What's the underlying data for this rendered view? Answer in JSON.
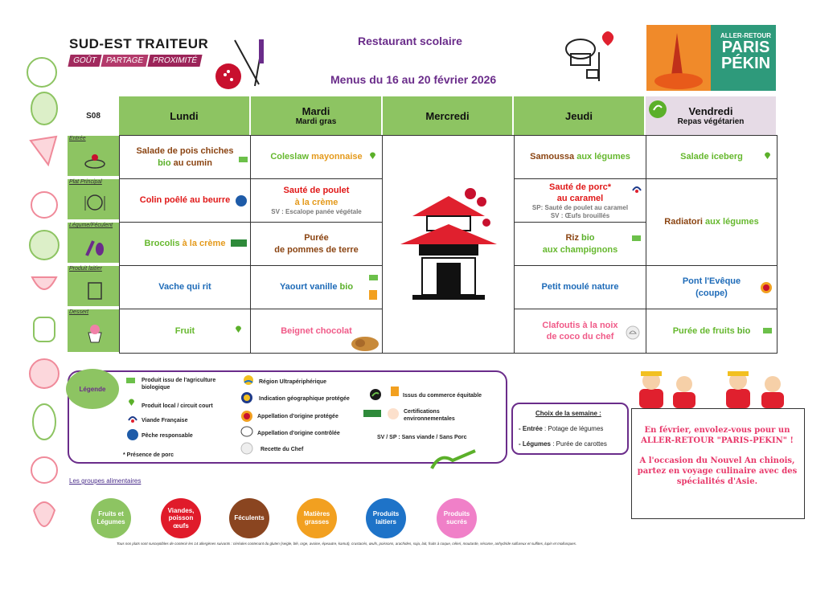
{
  "brand": {
    "name": "SUD-EST TRAITEUR",
    "tags": [
      "GOÛT",
      "PARTAGE",
      "PROXIMITÉ"
    ]
  },
  "header": {
    "restaurant": "Restaurant scolaire",
    "menu_title": "Menus du 16 au 20 février 2026"
  },
  "banner": {
    "small": "ALLER-RETOUR",
    "big1": "PARIS",
    "big2": "PÉKIN"
  },
  "week": "S08",
  "days": [
    {
      "name": "Lundi",
      "sub": ""
    },
    {
      "name": "Mardi",
      "sub": "Mardi gras"
    },
    {
      "name": "Mercredi",
      "sub": ""
    },
    {
      "name": "Jeudi",
      "sub": ""
    },
    {
      "name": "Vendredi",
      "sub": "Repas végétarien"
    }
  ],
  "rows": [
    "Entrée",
    "Plat Principal",
    "Légume/Féculent",
    "Produit laitier",
    "Dessert"
  ],
  "menu": {
    "mon": {
      "entree": {
        "a": "Salade de pois chiches",
        "b": "bio",
        "c": "au cumin"
      },
      "plat": "Colin poêlé au beurre",
      "legume": {
        "a": "Brocolis",
        "b": "à la crème"
      },
      "laitier": "Vache qui rit",
      "dessert": "Fruit"
    },
    "tue": {
      "entree": {
        "a": "Coleslaw",
        "b": "mayonnaise"
      },
      "plat": {
        "a": "Sauté de poulet",
        "b": "à la crème",
        "sv": "SV : Escalope panée végétale"
      },
      "legume": {
        "a": "Purée",
        "b": "de pommes de terre"
      },
      "laitier": {
        "a": "Yaourt vanille",
        "b": "bio"
      },
      "dessert": "Beignet chocolat"
    },
    "thu": {
      "entree": {
        "a": "Samoussa",
        "b": "aux légumes"
      },
      "plat": {
        "a": "Sauté de porc*",
        "b": "au caramel",
        "sv1": "SP: Sauté de poulet au caramel",
        "sv2": "SV : Œufs brouillés"
      },
      "legume": {
        "a": "Riz",
        "b": "bio",
        "c": "aux champignons"
      },
      "laitier": "Petit moulé nature",
      "dessert": {
        "a": "Clafoutis à la noix",
        "b": "de coco du chef"
      }
    },
    "fri": {
      "entree": "Salade iceberg",
      "plat": {
        "a": "Radiatori",
        "b": "aux légumes"
      },
      "laitier": {
        "a": "Pont l'Evêque",
        "b": "(coupe)"
      },
      "dessert": {
        "a": "Purée de fruits",
        "b": "bio"
      }
    }
  },
  "legend": {
    "title": "Légende",
    "bio": "Produit issu de l'agriculture biologique",
    "local": "Produit local / circuit court",
    "vf": "Viande Française",
    "peche": "Pêche responsable",
    "porc": "* Présence de porc",
    "rup": "Région Ultrapériphérique",
    "igp": "Indication géographique protégée",
    "aop": "Appellation d'origine protégée",
    "aoc": "Appellation d'origine contrôlée",
    "chef": "Recette du Chef",
    "equitable": "Issus du commerce équitable",
    "certif": "Certifications environnementales",
    "svsp": "SV / SP : Sans viande / Sans Porc"
  },
  "choice": {
    "title": "Choix de la semaine :",
    "l1a": "- Entrée",
    "l1b": " : Potage de légumes",
    "l2a": "- Légumes",
    "l2b": " : Purée de carottes"
  },
  "promo": {
    "t1": "En février, envolez-vous pour un ALLER-RETOUR \"PARIS-PEKIN\" !",
    "t2": "A l'occasion du Nouvel An chinois, partez en voyage culinaire avec des spécialités d'Asie."
  },
  "groups": {
    "title": "Les groupes alimentaires",
    "items": [
      "Fruits et Légumes",
      "Viandes, poisson œufs",
      "Féculents",
      "Matières grasses",
      "Produits laitiers",
      "Produits sucrés"
    ],
    "colors": [
      "#8dc462",
      "#e01b2a",
      "#8a4520",
      "#f2a020",
      "#1e73c8",
      "#f080c8"
    ]
  },
  "footer": "Tous nos plats sont susceptibles de contenir les 14 allergènes suivants : céréales contenant du gluten (seigle, blé, orge, avoine, épeautre, kamut), crustacés, œufs, poissons, arachides, soja, lait, fruits à coque, céleri, moutarde, sésame, anhydride sulfureux et sulfites, lupin et mollusques."
}
